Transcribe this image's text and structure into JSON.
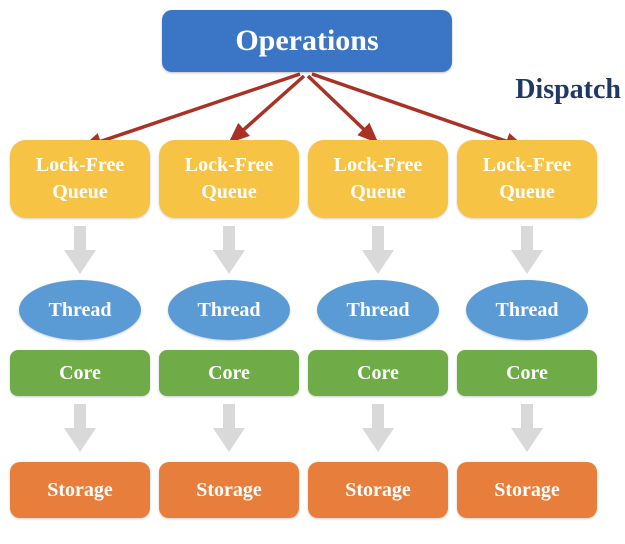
{
  "header": {
    "title": "Operations",
    "dispatch_label": "Dispatch"
  },
  "columns": [
    {
      "queue": "Lock-Free Queue",
      "thread": "Thread",
      "core": "Core",
      "storage": "Storage"
    },
    {
      "queue": "Lock-Free Queue",
      "thread": "Thread",
      "core": "Core",
      "storage": "Storage"
    },
    {
      "queue": "Lock-Free Queue",
      "thread": "Thread",
      "core": "Core",
      "storage": "Storage"
    },
    {
      "queue": "Lock-Free Queue",
      "thread": "Thread",
      "core": "Core",
      "storage": "Storage"
    }
  ],
  "colors": {
    "operations_fill": "#3B76C6",
    "queue_fill": "#F6C344",
    "thread_fill": "#5B9BD5",
    "core_fill": "#6FAC47",
    "storage_fill": "#E87E3B",
    "dispatch_arrow": "#A93226",
    "flow_arrow": "#D9D9D9",
    "dispatch_text": "#203864",
    "node_text": "#FFFFFF"
  }
}
